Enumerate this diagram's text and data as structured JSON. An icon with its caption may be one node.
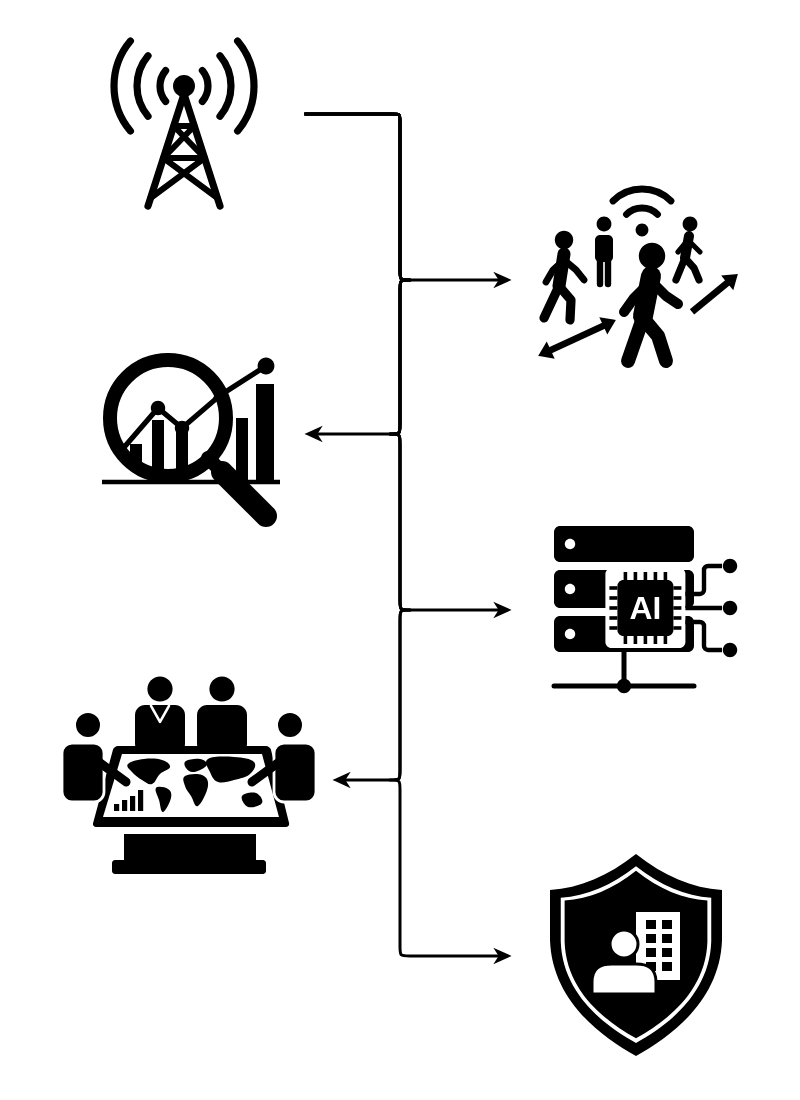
{
  "diagram": {
    "nodes": [
      {
        "text": [],
        "shape": "picture"
      },
      {
        "text": [],
        "shape": "picture"
      },
      {
        "text": [],
        "shape": "picture"
      },
      {
        "text": [
          "AI"
        ]
      },
      {
        "text": [],
        "shape": "picture"
      },
      {
        "text": [],
        "shape": "picture"
      }
    ],
    "edges": [
      {
        "from": 0,
        "to": 1,
        "arrow": "to"
      },
      {
        "from": 0,
        "to": 2,
        "arrow": "to"
      },
      {
        "from": 0,
        "to": 3,
        "arrow": "to"
      },
      {
        "from": 0,
        "to": 4,
        "arrow": "to"
      },
      {
        "from": 0,
        "to": 5,
        "arrow": "to"
      }
    ]
  }
}
